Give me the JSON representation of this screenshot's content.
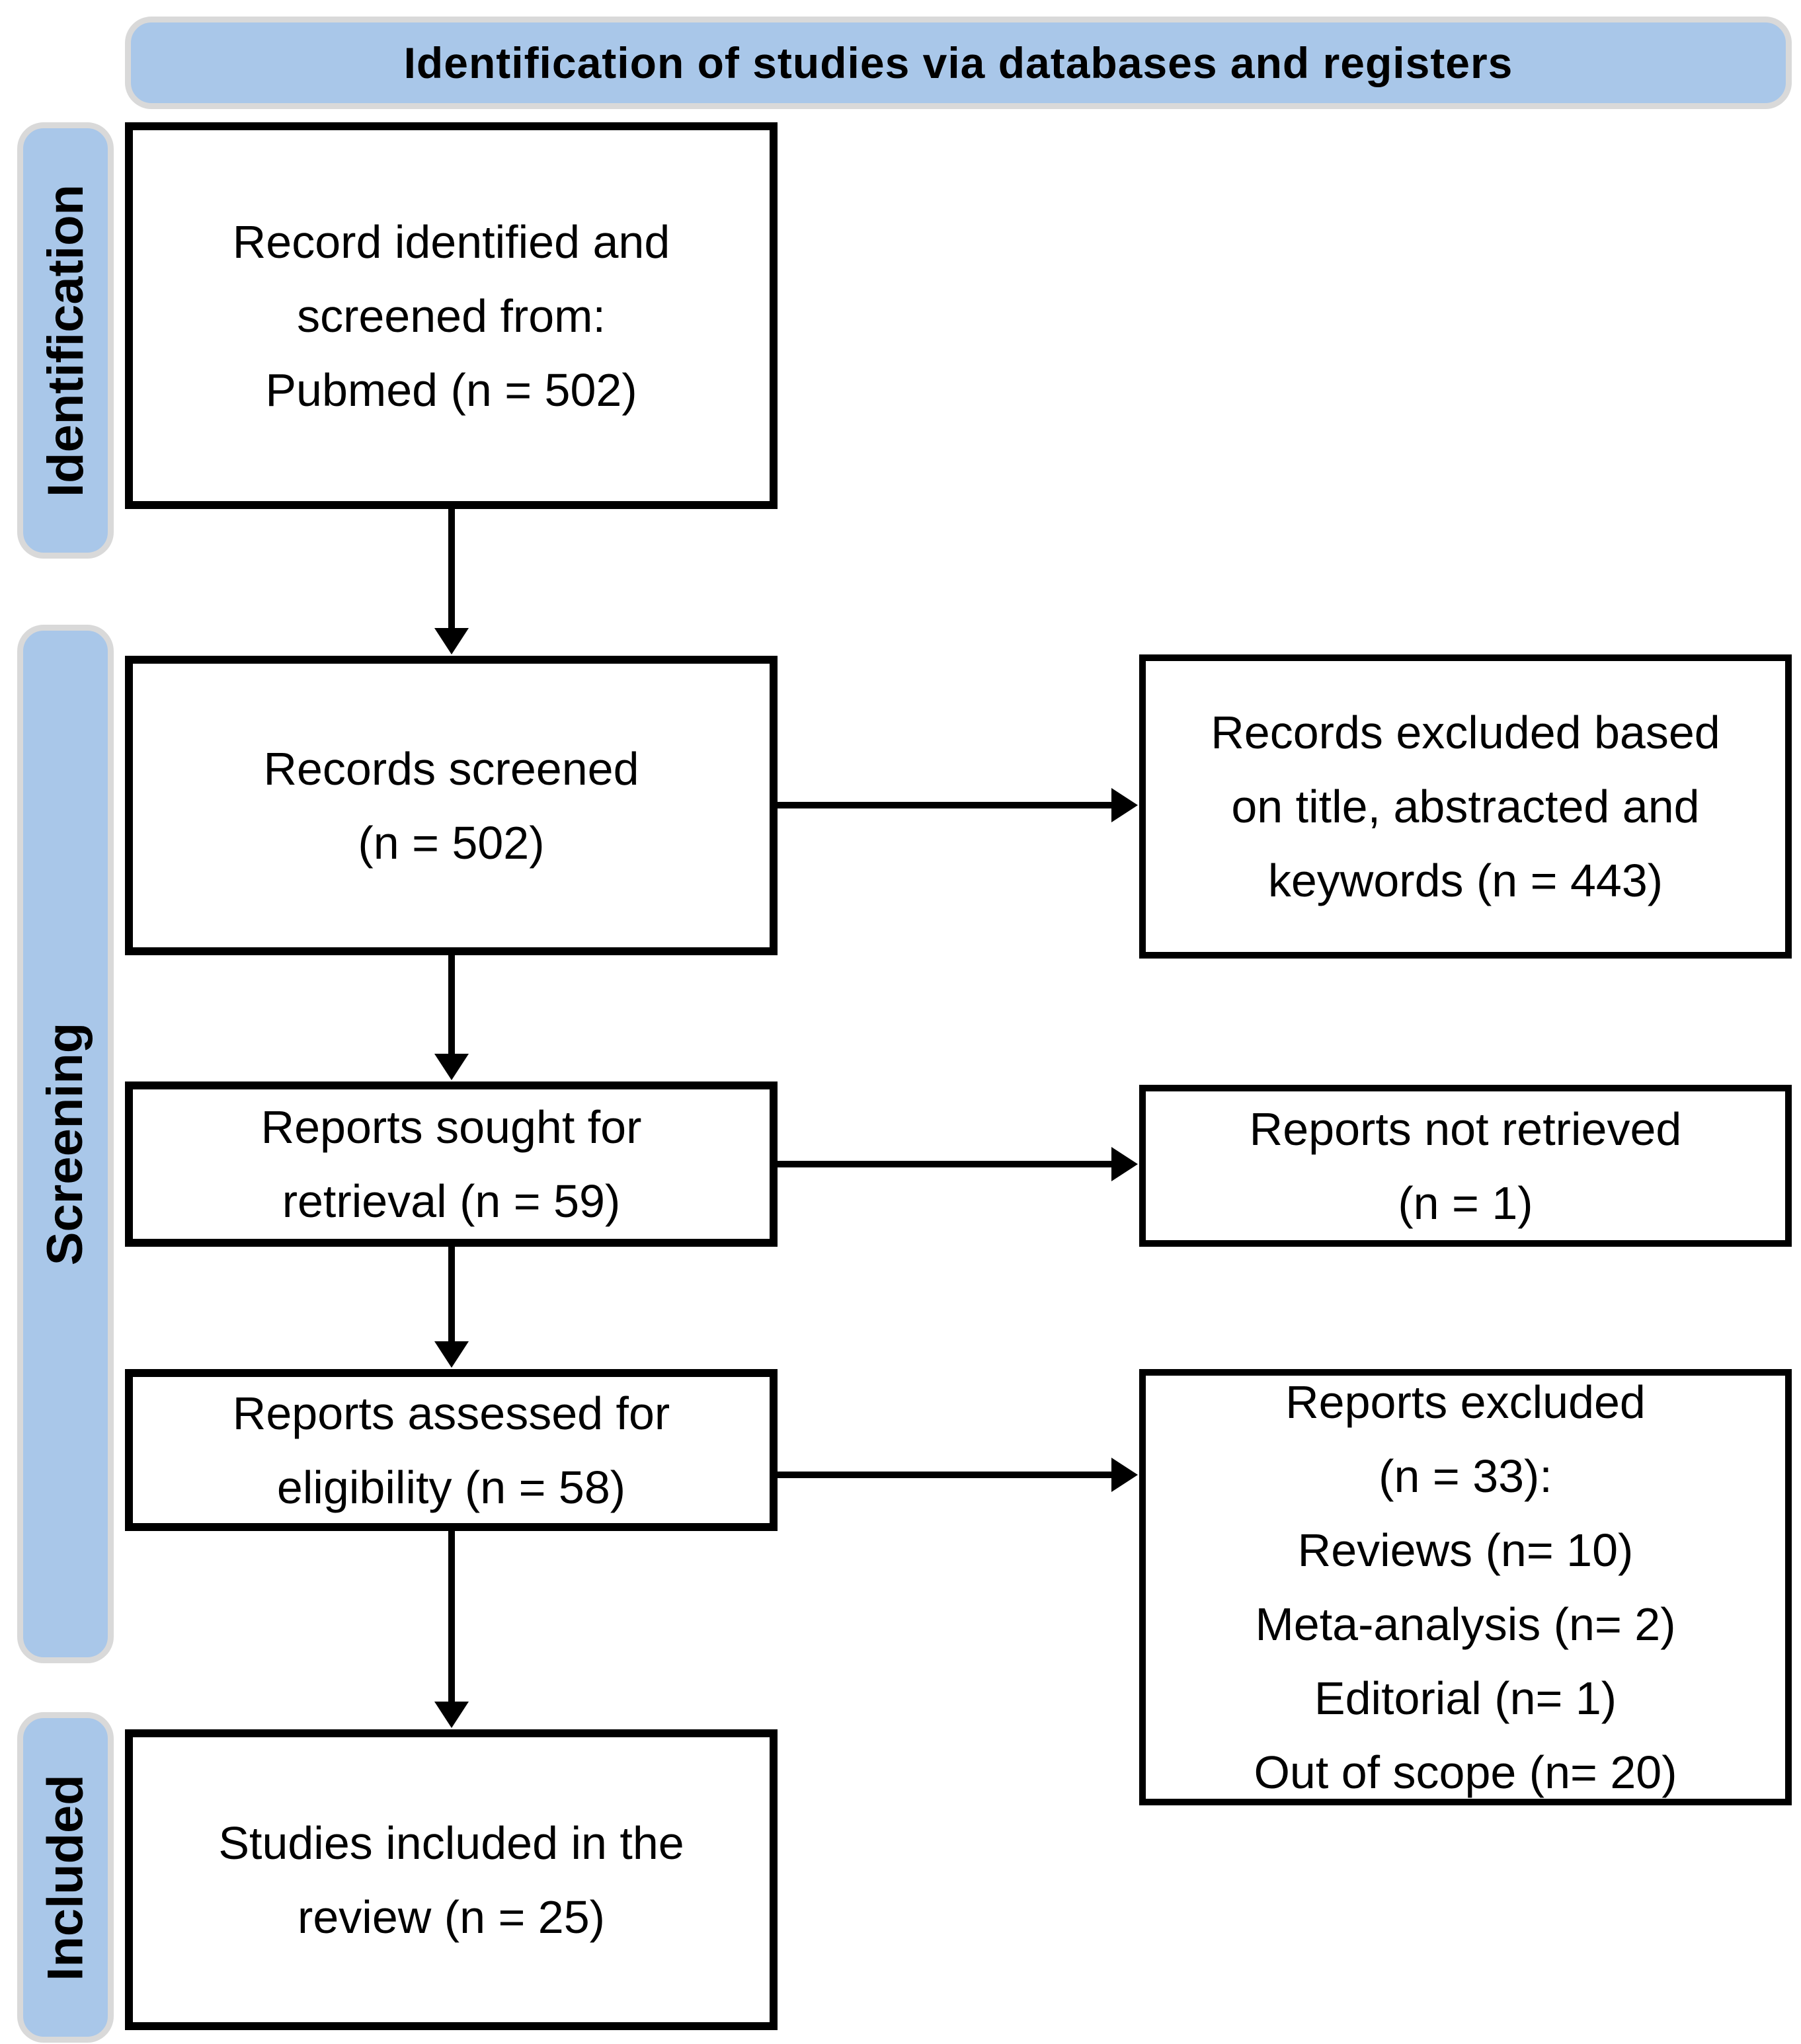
{
  "header": {
    "title": "Identification of studies via databases and registers"
  },
  "side_labels": {
    "identification": "Identification",
    "screening": "Screening",
    "included": "Included"
  },
  "flow": {
    "identified": "Record identified and\nscreened from:\nPubmed (n = 502)",
    "screened": "Records screened\n(n = 502)",
    "sought": "Reports sought for\nretrieval (n = 59)",
    "assessed": "Reports assessed for\neligibility (n = 58)",
    "included_studies": "Studies included in the\nreview (n = 25)"
  },
  "exclusions": {
    "records_excluded": "Records excluded based\non title, abstracted and\nkeywords (n = 443)",
    "not_retrieved": "Reports not retrieved\n(n = 1)",
    "reports_excluded": "Reports excluded\n(n = 33):\nReviews (n= 10)\nMeta-analysis (n= 2)\nEditorial (n= 1)\nOut of scope (n= 20)"
  },
  "counts": {
    "records_identified": 502,
    "records_screened": 502,
    "records_excluded_title_abstract_keywords": 443,
    "reports_sought": 59,
    "reports_not_retrieved": 1,
    "reports_assessed": 58,
    "reports_excluded_total": 33,
    "excluded_reviews": 10,
    "excluded_meta_analysis": 2,
    "excluded_editorial": 1,
    "excluded_out_of_scope": 20,
    "studies_included": 25
  },
  "colors": {
    "accent_blue": "#a9c7e9",
    "banner_border_gray": "#d9d9d9",
    "box_border": "#000000",
    "arrow": "#000000",
    "background": "#ffffff"
  }
}
